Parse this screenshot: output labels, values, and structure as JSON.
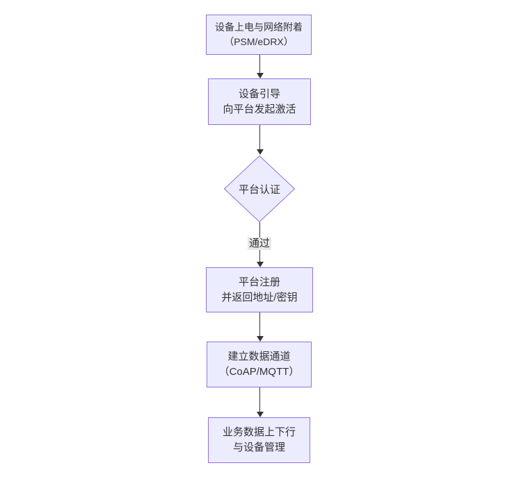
{
  "diagram": {
    "type": "flowchart-top-down",
    "background_color": "#ffffff",
    "node_fill_color": "#ECECFF",
    "node_border_color": "#9370DB",
    "text_color": "#333333",
    "arrow_color": "#333333",
    "edge_label_background": "#e8e8e8",
    "nodes": [
      {
        "id": "power",
        "shape": "rectangle",
        "line1": "设备上电与网络附着",
        "line2": "（PSM/eDRX）"
      },
      {
        "id": "boot",
        "shape": "rectangle",
        "line1": "设备引导",
        "line2": "向平台发起激活"
      },
      {
        "id": "auth",
        "shape": "diamond",
        "line1": "平台认证"
      },
      {
        "id": "register",
        "shape": "rectangle",
        "line1": "平台注册",
        "line2": "并返回地址/密钥"
      },
      {
        "id": "channel",
        "shape": "rectangle",
        "line1": "建立数据通道",
        "line2": "（CoAP/MQTT）"
      },
      {
        "id": "business",
        "shape": "rectangle",
        "line1": "业务数据上下行",
        "line2": "与设备管理"
      }
    ],
    "edges": [
      {
        "from": "power",
        "to": "boot",
        "label": ""
      },
      {
        "from": "boot",
        "to": "auth",
        "label": ""
      },
      {
        "from": "auth",
        "to": "register",
        "label": "通过"
      },
      {
        "from": "register",
        "to": "channel",
        "label": ""
      },
      {
        "from": "channel",
        "to": "business",
        "label": ""
      }
    ],
    "edge_label": "通过"
  }
}
